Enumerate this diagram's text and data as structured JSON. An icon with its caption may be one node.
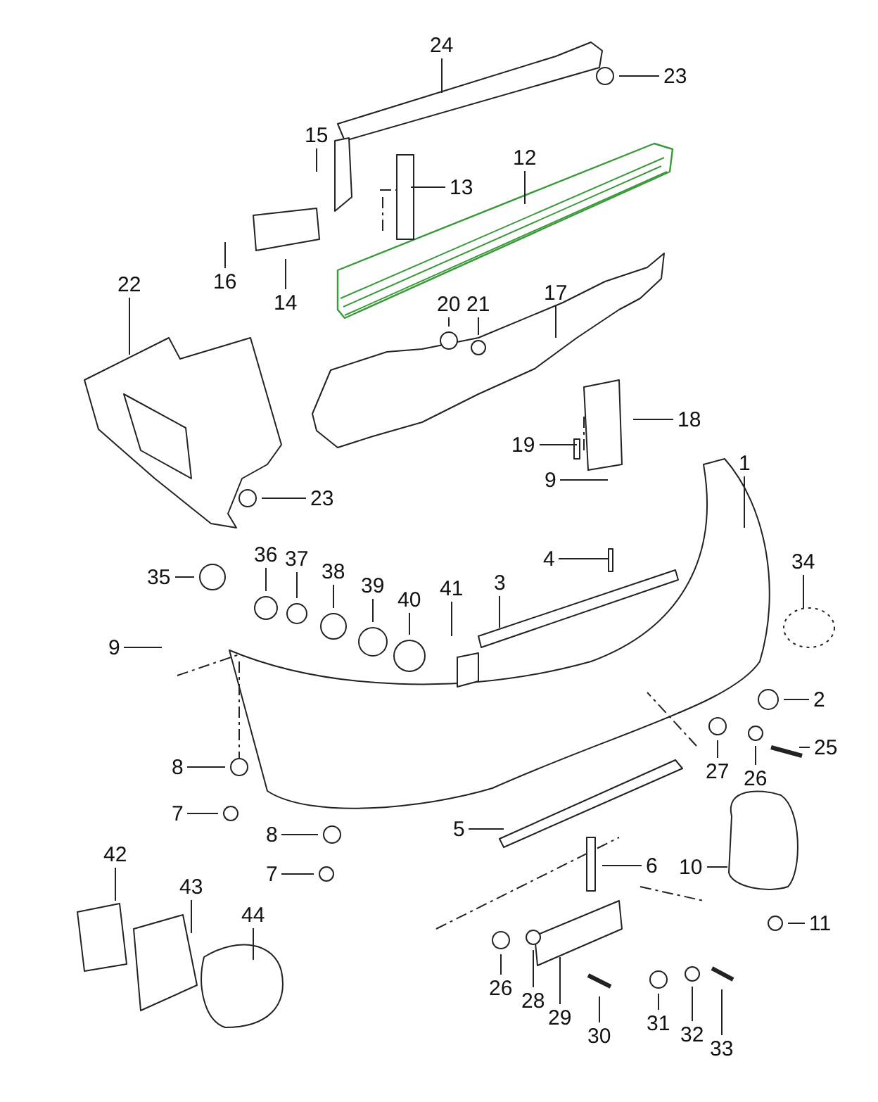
{
  "diagram": {
    "nodes": [
      {
        "text": [
          "24"
        ]
      },
      {
        "text": [
          "23"
        ]
      },
      {
        "text": [
          "15"
        ]
      },
      {
        "text": [
          "12"
        ]
      },
      {
        "text": [
          "13"
        ]
      },
      {
        "text": [
          "16"
        ]
      },
      {
        "text": [
          "14"
        ]
      },
      {
        "text": [
          "22"
        ]
      },
      {
        "text": [
          "20"
        ]
      },
      {
        "text": [
          "21"
        ]
      },
      {
        "text": [
          "17"
        ]
      },
      {
        "text": [
          "18"
        ]
      },
      {
        "text": [
          "19"
        ]
      },
      {
        "text": [
          "9"
        ]
      },
      {
        "text": [
          "23"
        ]
      },
      {
        "text": [
          "1"
        ]
      },
      {
        "text": [
          "4"
        ]
      },
      {
        "text": [
          "35"
        ]
      },
      {
        "text": [
          "36"
        ]
      },
      {
        "text": [
          "37"
        ]
      },
      {
        "text": [
          "38"
        ]
      },
      {
        "text": [
          "39"
        ]
      },
      {
        "text": [
          "40"
        ]
      },
      {
        "text": [
          "41"
        ]
      },
      {
        "text": [
          "3"
        ]
      },
      {
        "text": [
          "34"
        ]
      },
      {
        "text": [
          "9"
        ]
      },
      {
        "text": [
          "2"
        ]
      },
      {
        "text": [
          "25"
        ]
      },
      {
        "text": [
          "27"
        ]
      },
      {
        "text": [
          "26"
        ]
      },
      {
        "text": [
          "8"
        ]
      },
      {
        "text": [
          "7"
        ]
      },
      {
        "text": [
          "8"
        ]
      },
      {
        "text": [
          "7"
        ]
      },
      {
        "text": [
          "5"
        ]
      },
      {
        "text": [
          "6"
        ]
      },
      {
        "text": [
          "10"
        ]
      },
      {
        "text": [
          "11"
        ]
      },
      {
        "text": [
          "42"
        ]
      },
      {
        "text": [
          "43"
        ]
      },
      {
        "text": [
          "44"
        ]
      },
      {
        "text": [
          "26"
        ]
      },
      {
        "text": [
          "28"
        ]
      },
      {
        "text": [
          "29"
        ]
      },
      {
        "text": [
          "30"
        ]
      },
      {
        "text": [
          "31"
        ]
      },
      {
        "text": [
          "32"
        ]
      },
      {
        "text": [
          "33"
        ]
      }
    ],
    "edges": [
      {
        "from": 0,
        "to": null,
        "arrow": "none"
      },
      {
        "from": 1,
        "to": null,
        "arrow": "none"
      },
      {
        "from": 2,
        "to": null,
        "arrow": "none"
      },
      {
        "from": 3,
        "to": null,
        "arrow": "none"
      },
      {
        "from": 4,
        "to": null,
        "arrow": "none"
      },
      {
        "from": 5,
        "to": null,
        "arrow": "none"
      },
      {
        "from": 6,
        "to": null,
        "arrow": "none"
      },
      {
        "from": 7,
        "to": null,
        "arrow": "none"
      },
      {
        "from": 8,
        "to": null,
        "arrow": "none"
      },
      {
        "from": 9,
        "to": null,
        "arrow": "none"
      },
      {
        "from": 10,
        "to": null,
        "arrow": "none"
      },
      {
        "from": 11,
        "to": null,
        "arrow": "none"
      },
      {
        "from": 12,
        "to": null,
        "arrow": "none"
      },
      {
        "from": 13,
        "to": null,
        "arrow": "none"
      },
      {
        "from": 14,
        "to": null,
        "arrow": "none"
      },
      {
        "from": 15,
        "to": null,
        "arrow": "none"
      },
      {
        "from": 16,
        "to": null,
        "arrow": "none"
      },
      {
        "from": 17,
        "to": null,
        "arrow": "none"
      },
      {
        "from": 18,
        "to": null,
        "arrow": "none"
      },
      {
        "from": 19,
        "to": null,
        "arrow": "none"
      },
      {
        "from": 20,
        "to": null,
        "arrow": "none"
      },
      {
        "from": 21,
        "to": null,
        "arrow": "none"
      },
      {
        "from": 22,
        "to": null,
        "arrow": "none"
      },
      {
        "from": 23,
        "to": null,
        "arrow": "none"
      },
      {
        "from": 24,
        "to": null,
        "arrow": "none"
      },
      {
        "from": 25,
        "to": null,
        "arrow": "none"
      },
      {
        "from": 26,
        "to": null,
        "arrow": "none"
      },
      {
        "from": 27,
        "to": null,
        "arrow": "none"
      },
      {
        "from": 28,
        "to": null,
        "arrow": "none"
      },
      {
        "from": 29,
        "to": null,
        "arrow": "none"
      },
      {
        "from": 30,
        "to": null,
        "arrow": "none"
      },
      {
        "from": 31,
        "to": null,
        "arrow": "none"
      },
      {
        "from": 32,
        "to": null,
        "arrow": "none"
      },
      {
        "from": 33,
        "to": null,
        "arrow": "none"
      },
      {
        "from": 34,
        "to": null,
        "arrow": "none"
      },
      {
        "from": 35,
        "to": null,
        "arrow": "none"
      },
      {
        "from": 36,
        "to": null,
        "arrow": "none"
      },
      {
        "from": 37,
        "to": null,
        "arrow": "none"
      },
      {
        "from": 38,
        "to": null,
        "arrow": "none"
      },
      {
        "from": 39,
        "to": null,
        "arrow": "none"
      },
      {
        "from": 40,
        "to": null,
        "arrow": "none"
      },
      {
        "from": 41,
        "to": null,
        "arrow": "none"
      },
      {
        "from": 42,
        "to": null,
        "arrow": "none"
      },
      {
        "from": 43,
        "to": null,
        "arrow": "none"
      },
      {
        "from": 44,
        "to": null,
        "arrow": "none"
      },
      {
        "from": 45,
        "to": null,
        "arrow": "none"
      },
      {
        "from": 46,
        "to": null,
        "arrow": "none"
      },
      {
        "from": 47,
        "to": null,
        "arrow": "none"
      },
      {
        "from": 48,
        "to": null,
        "arrow": "none"
      }
    ]
  }
}
